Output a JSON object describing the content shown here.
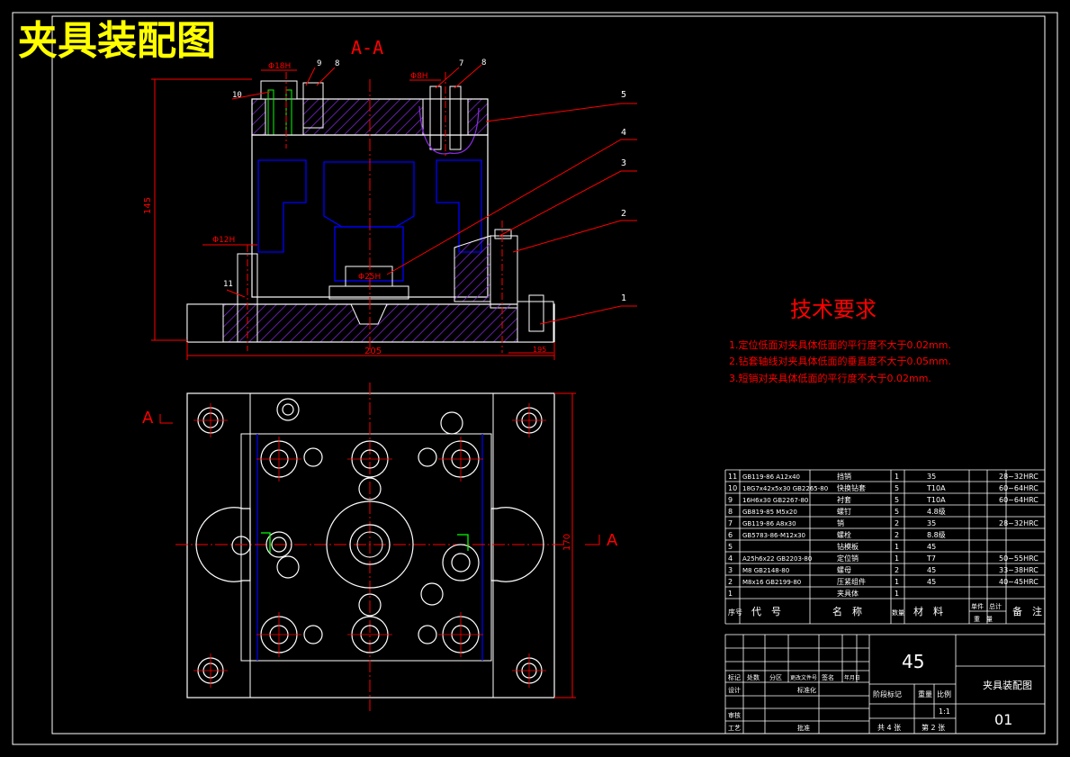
{
  "drawing": {
    "main_title": "夹具装配图",
    "section_label": "A-A",
    "view_mark_left": "A",
    "view_mark_right": "A",
    "colors": {
      "background": "#000000",
      "frame": "#ffffff",
      "title": "#ffff00",
      "dimension": "#ff0000",
      "hidden": "#0000ff",
      "hatch": "#8a2be2",
      "section": "#ff0000"
    }
  },
  "dimensions": {
    "d_top_left": "Φ18H",
    "d_top_right": "Φ8H",
    "d_side": "Φ12H",
    "d_center": "Φ25H",
    "height": "145",
    "width_front": "205",
    "small_right": "195",
    "height_plan": "170"
  },
  "balloons": {
    "b10": "10",
    "b9": "9",
    "b8a": "8",
    "b7": "7",
    "b8b": "8",
    "b5": "5",
    "b4": "4",
    "b3": "3",
    "b2": "2",
    "b1": "1",
    "b11": "11"
  },
  "tech": {
    "title": "技术要求",
    "line1": "1.定位低面对夹具体低面的平行度不大于0.02mm.",
    "line2": "2.钻套轴线对夹具体低面的垂直度不大于0.05mm.",
    "line3": "3.短销对夹具体低面的平行度不大于0.02mm."
  },
  "parts": {
    "rows": [
      {
        "no": "11",
        "code": "GB119-86 A12x40",
        "name": "挡销",
        "qty": "1",
        "material": "35",
        "note": "28~32HRC"
      },
      {
        "no": "10",
        "code": "18G7x42x5x30 GB2265-80",
        "name": "快换钻套",
        "qty": "5",
        "material": "T10A",
        "note": "60~64HRC"
      },
      {
        "no": "9",
        "code": "16H6x30 GB2267-80",
        "name": "衬套",
        "qty": "5",
        "material": "T10A",
        "note": "60~64HRC"
      },
      {
        "no": "8",
        "code": "GB819-85 M5x20",
        "name": "螺钉",
        "qty": "5",
        "material": "4.8级",
        "note": ""
      },
      {
        "no": "7",
        "code": "GB119-86 A8x30",
        "name": "销",
        "qty": "2",
        "material": "35",
        "note": "28~32HRC"
      },
      {
        "no": "6",
        "code": "GB5783-86-M12x30",
        "name": "螺栓",
        "qty": "2",
        "material": "8.8级",
        "note": ""
      },
      {
        "no": "5",
        "code": "",
        "name": "钻模板",
        "qty": "1",
        "material": "45",
        "note": ""
      },
      {
        "no": "4",
        "code": "A25h6x22 GB2203-80",
        "name": "定位销",
        "qty": "1",
        "material": "T7",
        "note": "50~55HRC"
      },
      {
        "no": "3",
        "code": "M8 GB2148-80",
        "name": "螺母",
        "qty": "2",
        "material": "45",
        "note": "33~38HRC"
      },
      {
        "no": "2",
        "code": "M8x16 GB2199-80",
        "name": "压紧组件",
        "qty": "1",
        "material": "45",
        "note": "40~45HRC"
      },
      {
        "no": "1",
        "code": "",
        "name": "夹具体",
        "qty": "1",
        "material": "",
        "note": ""
      }
    ],
    "header": {
      "no": "序号",
      "code": "代　号",
      "name": "名　称",
      "qty": "数量",
      "material": "材　料",
      "unit_weight": "单件",
      "total_weight": "总计",
      "weight": "重　量",
      "note": "备　注"
    }
  },
  "titleblock": {
    "material": "45",
    "drawing_name": "夹具装配图",
    "drawing_no": "01",
    "row_labels": [
      "标记",
      "处数",
      "分区",
      "更改文件号",
      "签名",
      "年月日"
    ],
    "design": "设计",
    "standard": "标准化",
    "check": "审核",
    "process": "工艺",
    "approve": "批准",
    "stage_mark": "阶段标记",
    "weight": "重量",
    "scale_label": "比例",
    "scale": "1:1",
    "sheets_total": "共 4 张",
    "sheet_no": "第 2 张"
  }
}
